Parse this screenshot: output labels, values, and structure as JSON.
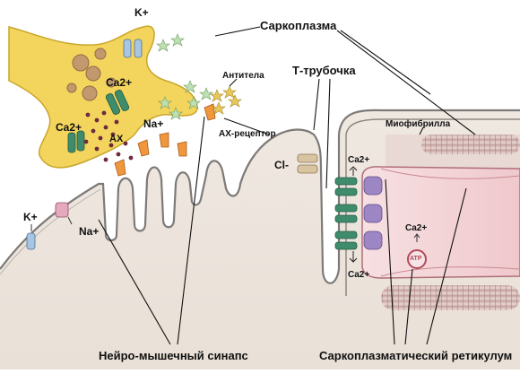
{
  "labels": {
    "k_plus_top": "K+",
    "sarcoplasm": "Саркоплазма",
    "antibodies": "Антитела",
    "ca2_presyn_top": "Ca2+",
    "ca2_presyn_left": "Ca2+",
    "na_plus_synapse": "Na+",
    "ach": "AX",
    "ach_receptor": "AX-рецептор",
    "t_tubule": "Т-трубочка",
    "myofibril": "Миофибрилла",
    "cl_minus": "Cl-",
    "ca2_sr_top": "Ca2+",
    "ca2_sr_bottom": "Ca2+",
    "ca2_cytosol": "Ca2+",
    "atp": "ATP",
    "k_plus_left": "K+",
    "na_plus_left": "Na+",
    "nmj": "Нейро-мышечный синапс",
    "sr": "Саркоплазматический ретикулум"
  }
}
